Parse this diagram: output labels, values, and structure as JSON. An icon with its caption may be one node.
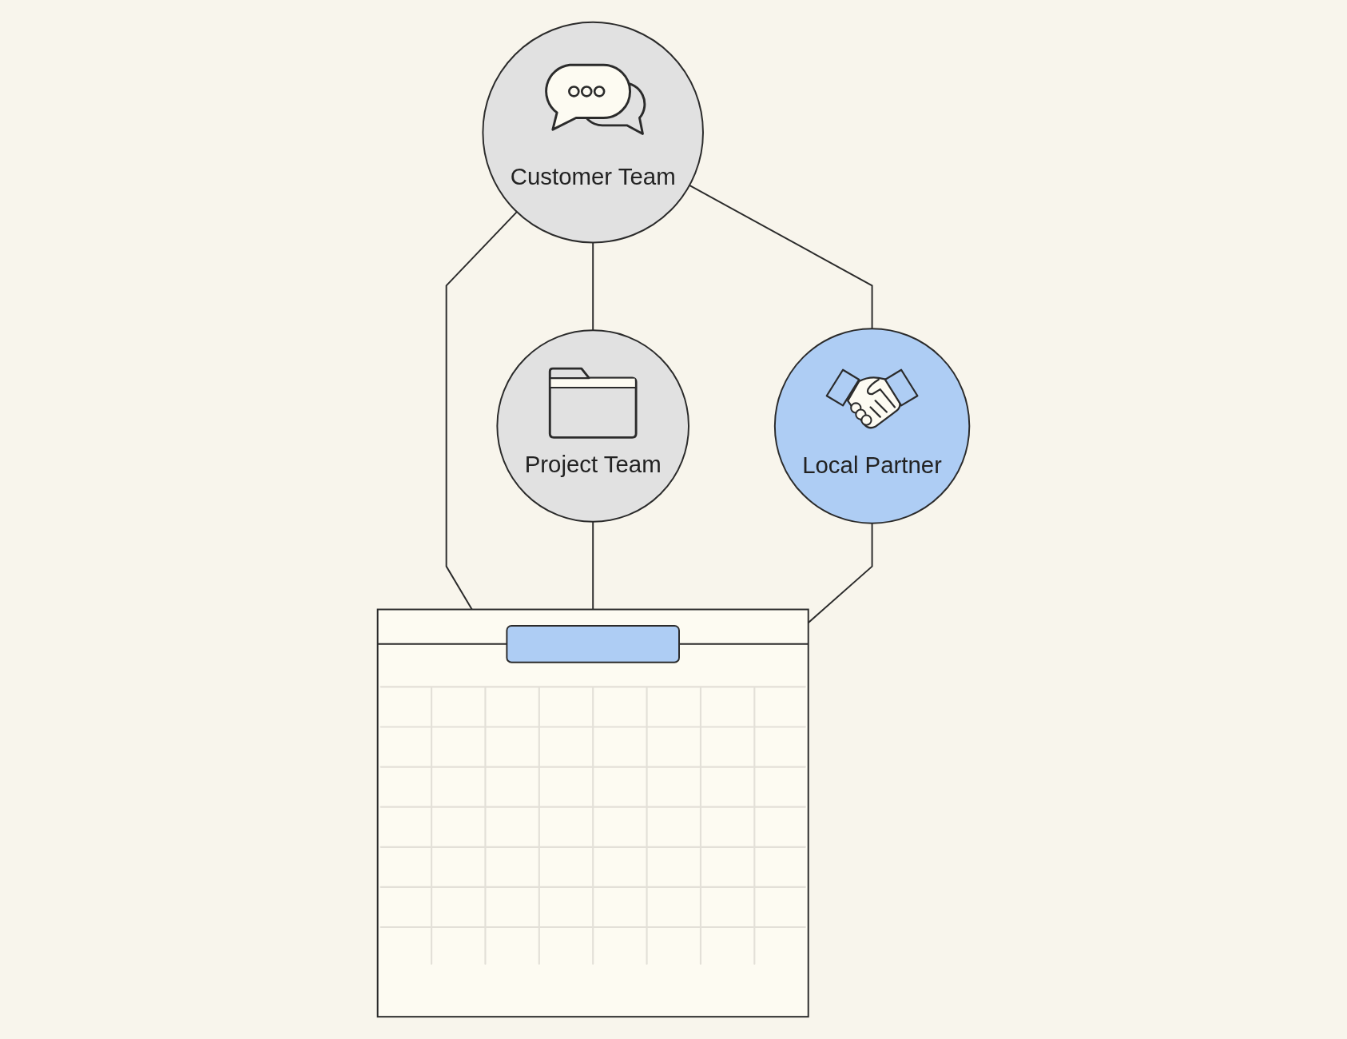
{
  "diagram": {
    "nodes": [
      {
        "text": [
          "Customer Team"
        ]
      },
      {
        "text": [
          "Project Team"
        ]
      },
      {
        "text": [],
        "shape": "box"
      },
      {
        "text": [
          "Local Partner"
        ]
      }
    ],
    "edges": [
      {
        "from": 0,
        "to": 1,
        "arrow": "none"
      },
      {
        "from": 0,
        "to": 3,
        "arrow": "none"
      },
      {
        "from": 0,
        "to": 2,
        "arrow": "none"
      },
      {
        "from": 1,
        "to": 2,
        "arrow": "none"
      },
      {
        "from": 3,
        "to": 2,
        "arrow": "none"
      }
    ]
  }
}
